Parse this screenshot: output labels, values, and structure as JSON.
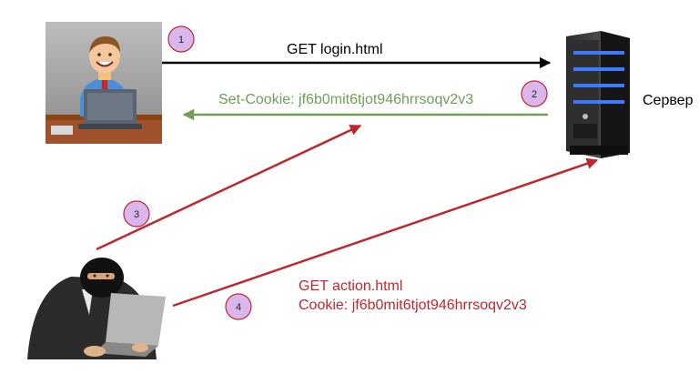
{
  "colors": {
    "request": "#000000",
    "set_cookie": "#6fa058",
    "attack": "#c0282f",
    "badge_fill": "#d9b7ec",
    "badge_stroke": "#c0282f"
  },
  "icons": {
    "user": "office-user-icon",
    "server": "server-tower-icon",
    "attacker": "hooded-hacker-icon"
  },
  "server_label": "Сервер",
  "steps": [
    {
      "number": "1",
      "text": "GET login.html"
    },
    {
      "number": "2",
      "text": "Set-Cookie: jf6b0mit6tjot946hrrsoqv2v3"
    },
    {
      "number": "3",
      "text": ""
    },
    {
      "number": "4",
      "lines": [
        "GET action.html",
        "Cookie: jf6b0mit6tjot946hrrsoqv2v3"
      ]
    }
  ]
}
